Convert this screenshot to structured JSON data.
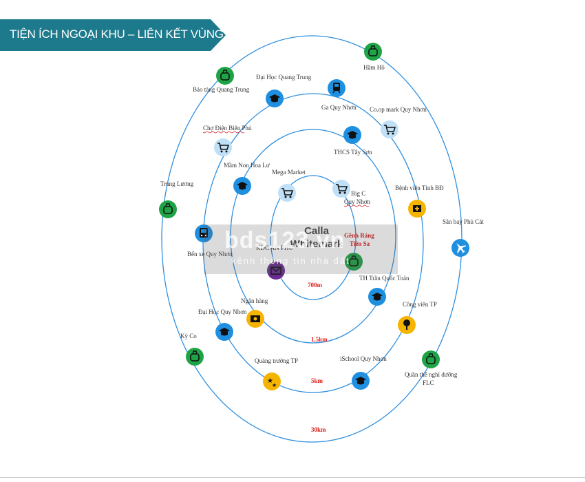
{
  "header": {
    "title": "TIỆN ÍCH NGOẠI KHU – LIÊN KẾT VÙNG"
  },
  "center": {
    "line1": "Calla",
    "line2": "Whitemark"
  },
  "distances": [
    "700m",
    "1,5km",
    "5km",
    "30km"
  ],
  "watermark": {
    "main": "bds123.vn",
    "sub": "kênh thông tin nhà đất"
  },
  "amenities": [
    {
      "id": "ham-ho",
      "label": "Hầm Hồ",
      "icon": "money-bag-icon",
      "color": "#1fa347"
    },
    {
      "id": "bao-tang-quang-trung",
      "label": "Bảo tàng Quang Trung",
      "icon": "money-bag-icon",
      "color": "#1fa347"
    },
    {
      "id": "dai-hoc-quang-trung",
      "label": "Đại Học Quang Trung",
      "icon": "graduation-cap-icon",
      "color": "#1f8fe0"
    },
    {
      "id": "ga-quy-nhon",
      "label": "Ga Quy Nhơn",
      "icon": "train-icon",
      "color": "#1f8fe0"
    },
    {
      "id": "coop-mart",
      "label": "Co.op mark Quy Nhơn",
      "icon": "shopping-cart-icon",
      "color": "#bfe0f6"
    },
    {
      "id": "cho-dien-bien-phu",
      "label": "Chợ Điện Biên Phủ",
      "icon": "shopping-cart-icon",
      "color": "#bfe0f6"
    },
    {
      "id": "thcs-tay-son",
      "label": "THCS Tây Sơn",
      "icon": "graduation-cap-icon",
      "color": "#1f8fe0"
    },
    {
      "id": "mam-non-hoa-lu",
      "label": "Mầm Non Hoa Lư",
      "icon": "graduation-cap-icon",
      "color": "#1f8fe0"
    },
    {
      "id": "mega-market",
      "label": "Mega Market",
      "icon": "shopping-cart-icon",
      "color": "#bfe0f6"
    },
    {
      "id": "big-c",
      "label": "Big C",
      "label2": "Quy Nhơn",
      "icon": "shopping-cart-icon",
      "color": "#bfe0f6"
    },
    {
      "id": "benh-vien",
      "label": "Bệnh viện Tỉnh BĐ",
      "icon": "medical-kit-icon",
      "color": "#f5b400"
    },
    {
      "id": "trung-luong",
      "label": "Trung Lương",
      "icon": "money-bag-icon",
      "color": "#1fa347"
    },
    {
      "id": "san-bay",
      "label": "Sân bay Phù Cát",
      "icon": "airplane-icon",
      "color": "#1f8fe0"
    },
    {
      "id": "ben-xe",
      "label": "Bến xe Quy Nhơn",
      "icon": "bus-icon",
      "color": "#1f8fe0"
    },
    {
      "id": "kdc-an-phu",
      "label": "KDC AN PHÚ",
      "icon": "envelope-icon",
      "color": "#6a2c91"
    },
    {
      "id": "ganh-rang",
      "label": "Gềnh Ráng",
      "label2": "Tiên Sa",
      "icon": "money-bag-icon",
      "color": "#1fa347"
    },
    {
      "id": "th-tran-quoc-toan",
      "label": "TH Trần Quốc Toản",
      "icon": "graduation-cap-icon",
      "color": "#1f8fe0"
    },
    {
      "id": "ngan-hang",
      "label": "Ngân hàng",
      "icon": "bank-note-icon",
      "color": "#f5b400"
    },
    {
      "id": "cong-vien",
      "label": "Công viên TP",
      "icon": "tree-icon",
      "color": "#f5b400"
    },
    {
      "id": "dai-hoc-quy-nhon",
      "label": "Đại Học Quy Nhơn",
      "icon": "graduation-cap-icon",
      "color": "#1f8fe0"
    },
    {
      "id": "ky-co",
      "label": "Kỳ Co",
      "icon": "money-bag-icon",
      "color": "#1fa347"
    },
    {
      "id": "quang-truong",
      "label": "Quảng trường TP",
      "icon": "stars-icon",
      "color": "#f5b400"
    },
    {
      "id": "ischool",
      "label": "iSchool Quy Nhơn",
      "icon": "graduation-cap-icon",
      "color": "#1f8fe0"
    },
    {
      "id": "flc",
      "label": "Quần thể nghỉ dưỡng",
      "label2": "FLC",
      "icon": "money-bag-icon",
      "color": "#1fa347"
    }
  ]
}
